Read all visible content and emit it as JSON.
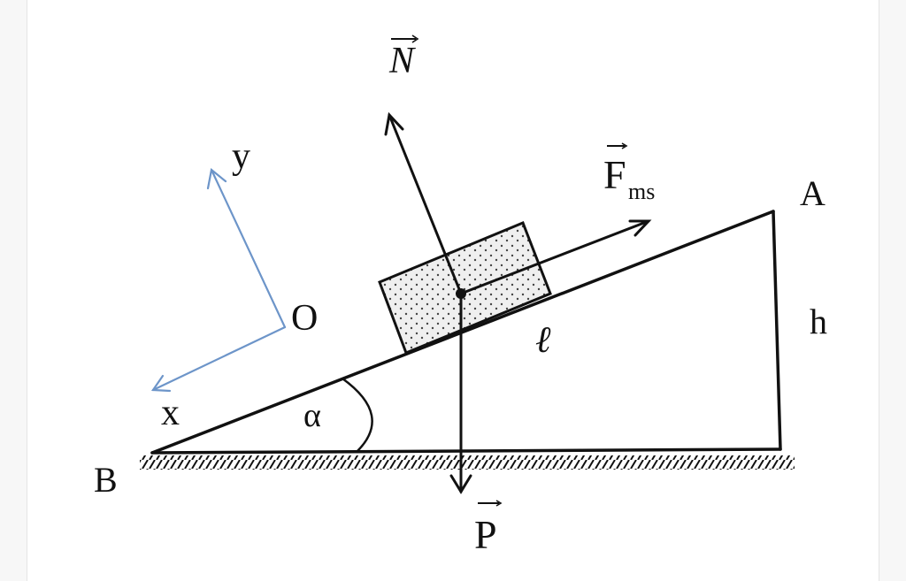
{
  "labels": {
    "normal": "N",
    "friction_main": "F",
    "friction_sub": "ms",
    "weight": "P",
    "point_a": "A",
    "point_b": "B",
    "height": "h",
    "length": "ℓ",
    "angle": "α",
    "origin": "O",
    "axis_x": "x",
    "axis_y": "y"
  },
  "colors": {
    "ink": "#111111",
    "axes": "#6d95c9",
    "block_fill": "#efefef",
    "dots": "#444444",
    "background": "#ffffff"
  }
}
